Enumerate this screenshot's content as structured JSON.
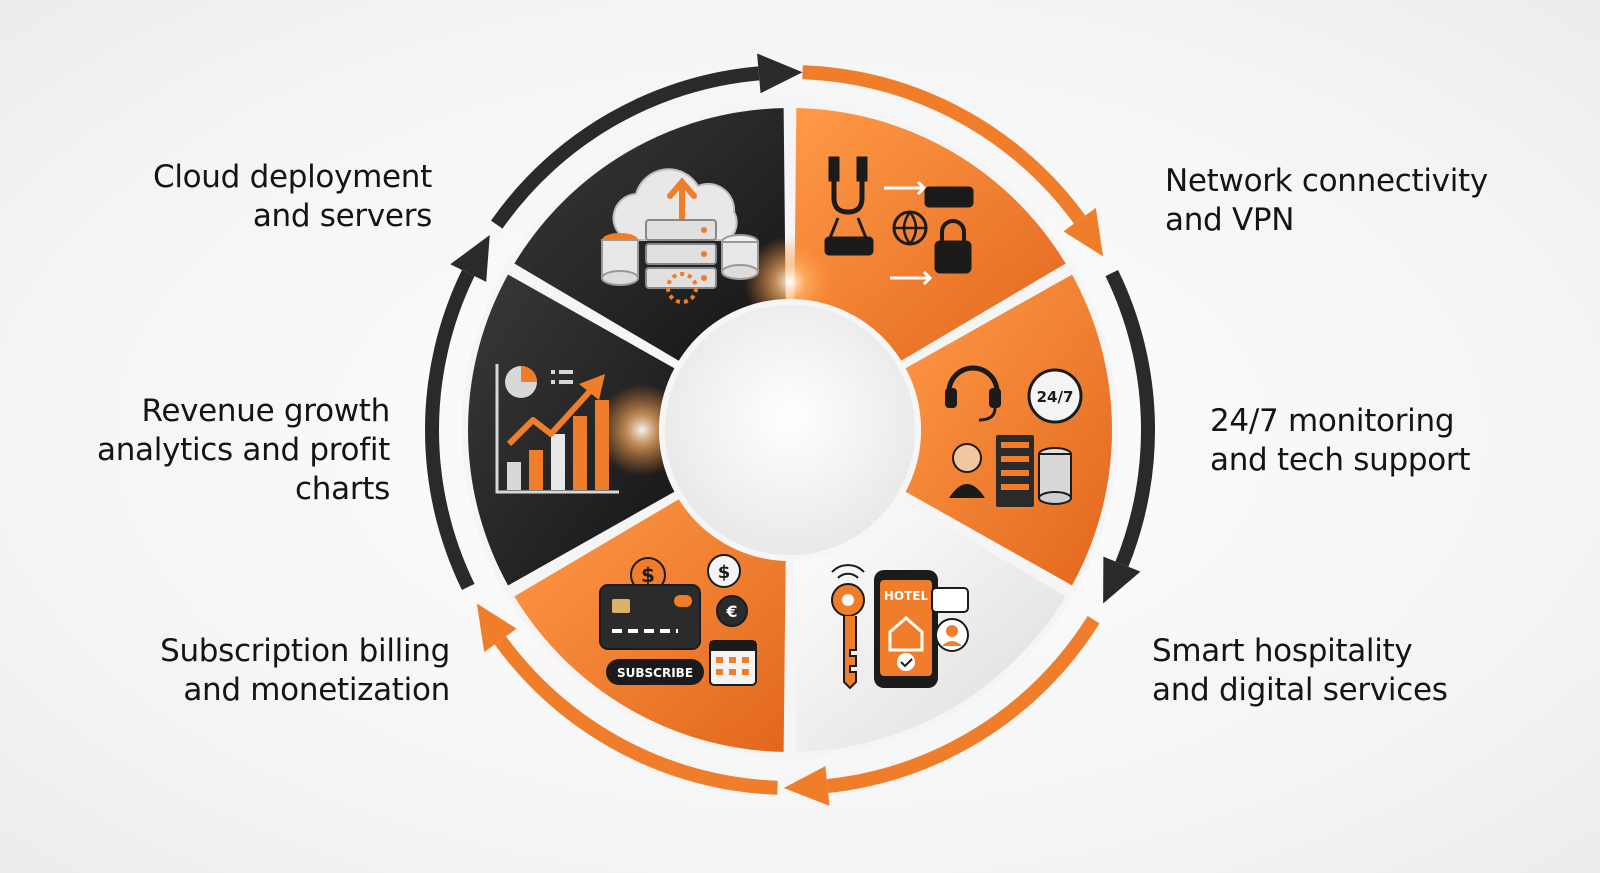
{
  "labels": {
    "cloud": {
      "lines": [
        "Cloud deployment",
        "and servers"
      ]
    },
    "network": {
      "lines": [
        "Network connectivity",
        "and VPN"
      ]
    },
    "support": {
      "lines": [
        "24/7 monitoring",
        "and tech support"
      ]
    },
    "hotel": {
      "lines": [
        "Smart hospitality",
        "and digital services"
      ]
    },
    "billing": {
      "lines": [
        "Subscription billing",
        "and monetization"
      ]
    },
    "revenue": {
      "lines": [
        "Revenue growth",
        "analytics and profit",
        "charts"
      ]
    }
  },
  "icon_text": {
    "support_badge": "24/7",
    "hotel_sign": "HOTEL",
    "subscribe_button": "SUBSCRIBE"
  },
  "colors": {
    "orange": "#f07d2a",
    "orange_dark": "#d9601a",
    "black": "#1d1d1d",
    "light": "#eeeeee",
    "arrow_dark": "#2a2a2a"
  }
}
